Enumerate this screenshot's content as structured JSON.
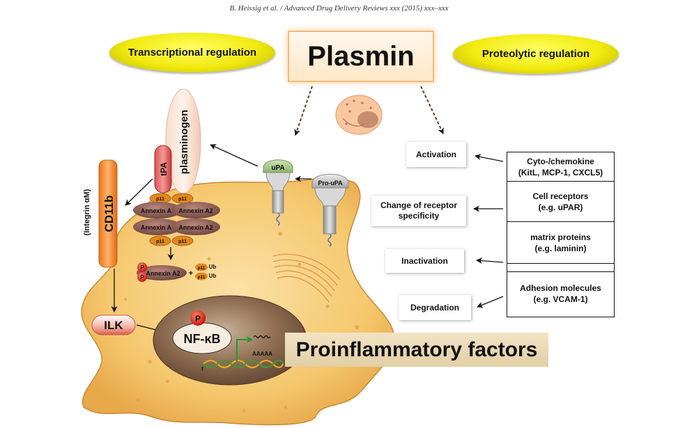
{
  "header": {
    "citation": "B. Heissig et al. / Advanced Drug Delivery Reviews xxx (2015) xxx–xxx"
  },
  "title": {
    "center": "Plasmin",
    "left": "Transcriptional regulation",
    "right": "Proteolytic regulation"
  },
  "processes": [
    "Activation",
    "Change of receptor specificity",
    "Inactivation",
    "Degradation"
  ],
  "regulators": [
    {
      "name": "Cyto-/chemokine",
      "detail": "(KitL, MCP-1, CXCL5)"
    },
    {
      "name": "Cell receptors",
      "detail": "(e.g. uPAR)"
    },
    {
      "name": "matrix proteins",
      "detail": "(e.g. laminin)"
    },
    {
      "name": "Adhesion molecules",
      "detail": "(e.g. VCAM-1)"
    }
  ],
  "cell": {
    "plasminogen": "plasminogen",
    "tpa": "tPA",
    "p11": "p11",
    "annexin_a2": "Annexin A2",
    "annexin_a2_trunc": "Annexin A",
    "upa": "uPA",
    "pro_upa": "Pro-uPA",
    "p": "P",
    "plus": "+",
    "ub": "Ub",
    "cd11b": "CD11b",
    "integrin": "(Integrin αM)",
    "ilk": "ILK",
    "nfkb": "NF-κB",
    "aaaaa": "AAAAA",
    "nuc_label": "f",
    "proinflammatory": "Proinflammatory factors"
  },
  "colors": {
    "ellipse_yellow": "#f2ea10",
    "cell_orange": "#f5c86e",
    "nucleus": "#7a5a41",
    "annexin": "#8a5a52",
    "cd11b": "#f58a2a",
    "p_marker": "#e8281c",
    "upa_green": "#a8c888"
  }
}
